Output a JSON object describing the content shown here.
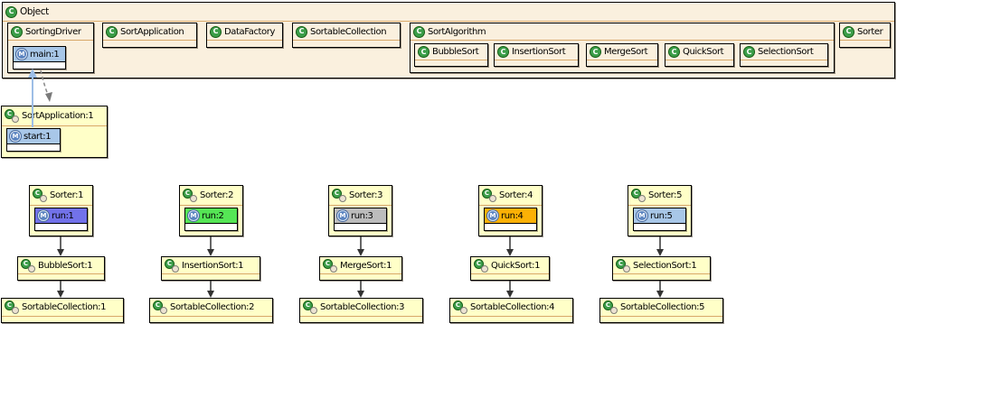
{
  "icons": {
    "class_letter": "C",
    "method_letter": "M"
  },
  "colors": {
    "cream_fill": "#FAF0DE",
    "yellow_fill": "#FFFFC8",
    "header_separator": "#D8A869",
    "selected_method_fill": "#A8C7E8",
    "call_edge_blue": "#9DBEE6",
    "creation_edge_gray": "#8A8A8A",
    "link_arrow_dark": "#333333"
  },
  "object_box": {
    "label": "Object",
    "classes": {
      "sorting_driver": {
        "label": "SortingDriver",
        "method": {
          "label": "main:1"
        }
      },
      "sort_application": {
        "label": "SortApplication"
      },
      "data_factory": {
        "label": "DataFactory"
      },
      "sortable_collection": {
        "label": "SortableCollection"
      },
      "sort_algorithm": {
        "label": "SortAlgorithm",
        "subclasses": [
          {
            "label": "BubbleSort"
          },
          {
            "label": "InsertionSort"
          },
          {
            "label": "MergeSort"
          },
          {
            "label": "QuickSort"
          },
          {
            "label": "SelectionSort"
          }
        ]
      },
      "sorter": {
        "label": "Sorter"
      }
    }
  },
  "application_instance": {
    "label": "SortApplication:1",
    "method": {
      "label": "start:1"
    }
  },
  "columns": [
    {
      "sorter": {
        "label": "Sorter:1"
      },
      "run": {
        "label": "run:1",
        "color": "#7272EA"
      },
      "algorithm": {
        "label": "BubbleSort:1"
      },
      "collection": {
        "label": "SortableCollection:1"
      }
    },
    {
      "sorter": {
        "label": "Sorter:2"
      },
      "run": {
        "label": "run:2",
        "color": "#55E655"
      },
      "algorithm": {
        "label": "InsertionSort:1"
      },
      "collection": {
        "label": "SortableCollection:2"
      }
    },
    {
      "sorter": {
        "label": "Sorter:3"
      },
      "run": {
        "label": "run:3",
        "color": "#BCBCBC"
      },
      "algorithm": {
        "label": "MergeSort:1"
      },
      "collection": {
        "label": "SortableCollection:3"
      }
    },
    {
      "sorter": {
        "label": "Sorter:4"
      },
      "run": {
        "label": "run:4",
        "color": "#FCB105"
      },
      "algorithm": {
        "label": "QuickSort:1"
      },
      "collection": {
        "label": "SortableCollection:4"
      }
    },
    {
      "sorter": {
        "label": "Sorter:5"
      },
      "run": {
        "label": "run:5",
        "color": "#A8C7E8"
      },
      "algorithm": {
        "label": "SelectionSort:1"
      },
      "collection": {
        "label": "SortableCollection:5"
      }
    }
  ]
}
